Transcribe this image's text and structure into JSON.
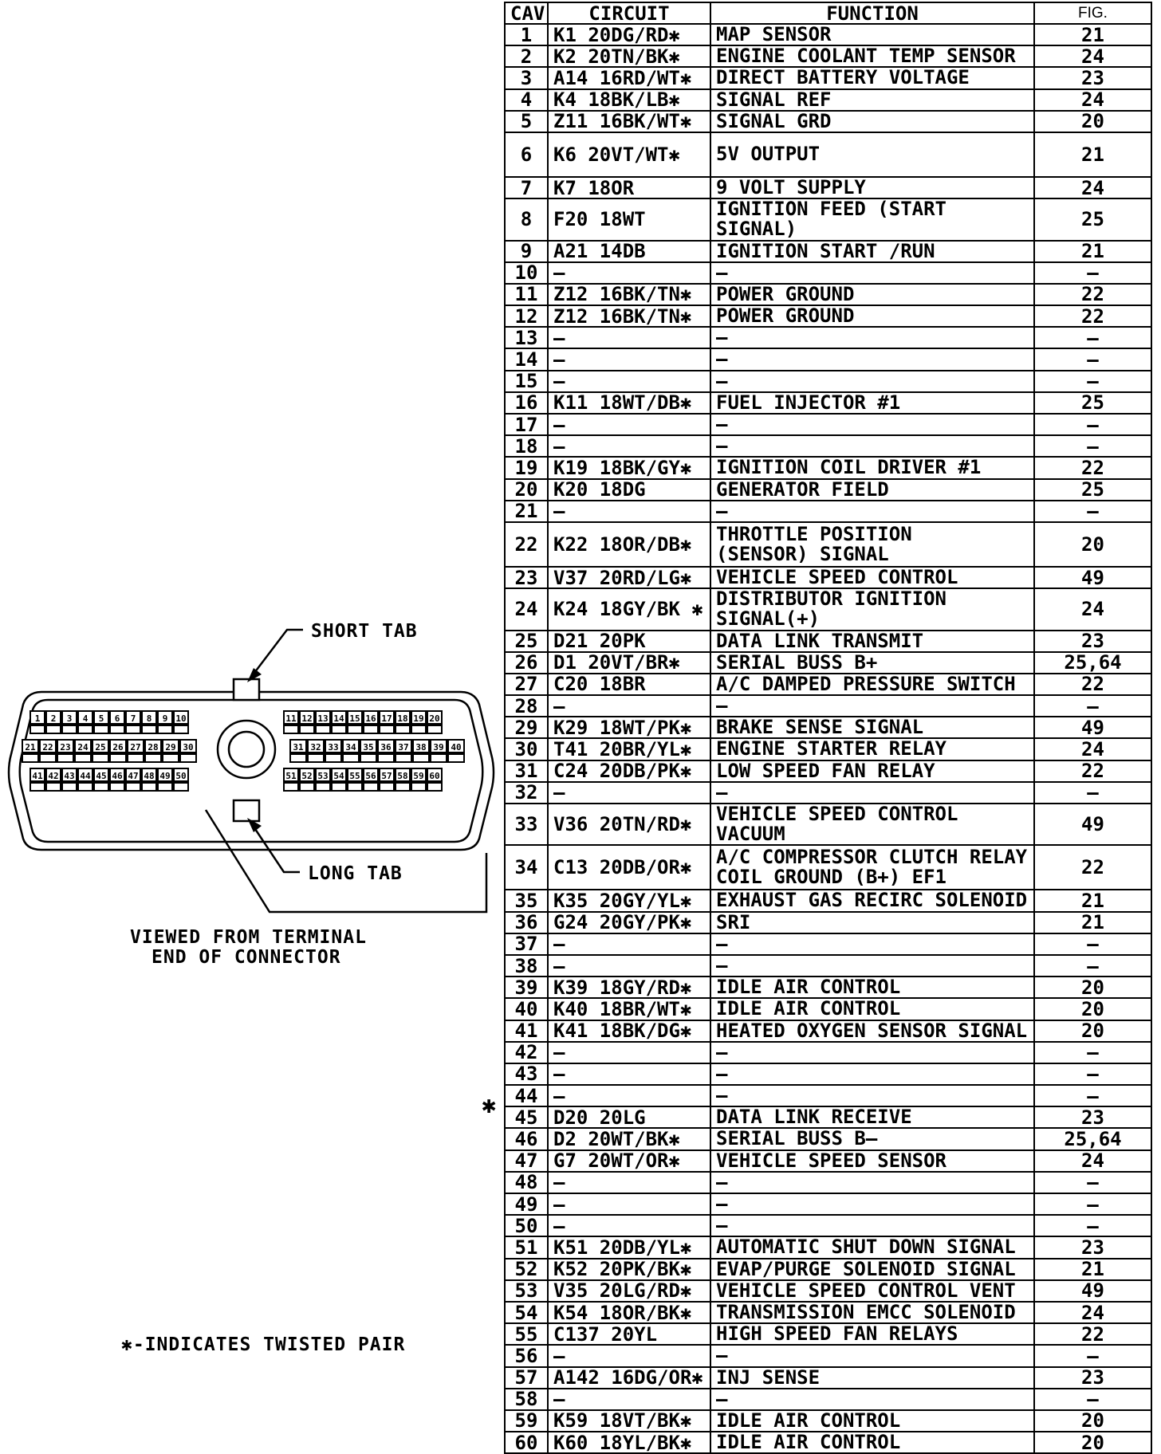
{
  "table": {
    "headers": [
      "CAV",
      "CIRCUIT",
      "FUNCTION",
      "FIG."
    ],
    "rows": [
      {
        "cav": "1",
        "circuit": "K1 20DG/RD✱",
        "function": "MAP SENSOR",
        "fig": "21"
      },
      {
        "cav": "2",
        "circuit": "K2 20TN/BK✱",
        "function": "ENGINE COOLANT TEMP SENSOR",
        "fig": "24"
      },
      {
        "cav": "3",
        "circuit": "A14 16RD/WT✱",
        "function": "DIRECT BATTERY VOLTAGE",
        "fig": "23"
      },
      {
        "cav": "4",
        "circuit": "K4 18BK/LB✱",
        "function": "SIGNAL REF",
        "fig": "24"
      },
      {
        "cav": "5",
        "circuit": "Z11 16BK/WT✱",
        "function": "SIGNAL GRD",
        "fig": "20"
      },
      {
        "cav": "6",
        "circuit": "K6 20VT/WT✱",
        "function": "5V OUTPUT",
        "fig": "21",
        "tall": true
      },
      {
        "cav": "7",
        "circuit": "K7 18OR",
        "function": "9 VOLT SUPPLY",
        "fig": "24"
      },
      {
        "cav": "8",
        "circuit": "F20 18WT",
        "function": "IGNITION FEED (START SIGNAL)",
        "fig": "25"
      },
      {
        "cav": "9",
        "circuit": "A21 14DB",
        "function": "IGNITION START /RUN",
        "fig": "21"
      },
      {
        "cav": "10",
        "circuit": "—",
        "function": "—",
        "fig": "—"
      },
      {
        "cav": "11",
        "circuit": "Z12 16BK/TN✱",
        "function": "POWER GROUND",
        "fig": "22"
      },
      {
        "cav": "12",
        "circuit": "Z12 16BK/TN✱",
        "function": "POWER GROUND",
        "fig": "22"
      },
      {
        "cav": "13",
        "circuit": "—",
        "function": "—",
        "fig": "—"
      },
      {
        "cav": "14",
        "circuit": "—",
        "function": "—",
        "fig": "—"
      },
      {
        "cav": "15",
        "circuit": "—",
        "function": "—",
        "fig": "—"
      },
      {
        "cav": "16",
        "circuit": "K11 18WT/DB✱",
        "function": "FUEL INJECTOR #1",
        "fig": "25"
      },
      {
        "cav": "17",
        "circuit": "—",
        "function": "—",
        "fig": "—"
      },
      {
        "cav": "18",
        "circuit": "—",
        "function": "—",
        "fig": "—"
      },
      {
        "cav": "19",
        "circuit": "K19 18BK/GY✱",
        "function": "IGNITION COIL DRIVER #1",
        "fig": "22"
      },
      {
        "cav": "20",
        "circuit": "K20 18DG",
        "function": "GENERATOR FIELD",
        "fig": "25"
      },
      {
        "cav": "21",
        "circuit": "—",
        "function": "—",
        "fig": "—"
      },
      {
        "cav": "22",
        "circuit": "K22 18OR/DB✱",
        "function": "THROTTLE POSITION\n(SENSOR) SIGNAL",
        "fig": "20",
        "tall": true
      },
      {
        "cav": "23",
        "circuit": "V37 20RD/LG✱",
        "function": "VEHICLE SPEED CONTROL",
        "fig": "49"
      },
      {
        "cav": "24",
        "circuit": "K24 18GY/BK ✱",
        "function": "DISTRIBUTOR IGNITION SIGNAL(+)",
        "fig": "24"
      },
      {
        "cav": "25",
        "circuit": "D21 20PK",
        "function": "DATA LINK TRANSMIT",
        "fig": "23"
      },
      {
        "cav": "26",
        "circuit": "D1 20VT/BR✱",
        "function": "SERIAL BUSS B+",
        "fig": "25,64"
      },
      {
        "cav": "27",
        "circuit": "C20 18BR",
        "function": "A/C DAMPED PRESSURE SWITCH",
        "fig": "22"
      },
      {
        "cav": "28",
        "circuit": "—",
        "function": "—",
        "fig": "—"
      },
      {
        "cav": "29",
        "circuit": "K29 18WT/PK✱",
        "function": "BRAKE SENSE SIGNAL",
        "fig": "49"
      },
      {
        "cav": "30",
        "circuit": "T41 20BR/YL✱",
        "function": "ENGINE STARTER RELAY",
        "fig": "24"
      },
      {
        "cav": "31",
        "circuit": "C24 20DB/PK✱",
        "function": "LOW SPEED FAN RELAY",
        "fig": "22"
      },
      {
        "cav": "32",
        "circuit": "—",
        "function": "—",
        "fig": "—"
      },
      {
        "cav": "33",
        "circuit": "V36 20TN/RD✱",
        "function": "VEHICLE SPEED CONTROL VACUUM",
        "fig": "49"
      },
      {
        "cav": "34",
        "circuit": "C13 20DB/OR✱",
        "function": "A/C COMPRESSOR CLUTCH RELAY\nCOIL GROUND (B+) EF1",
        "fig": "22",
        "tall": true
      },
      {
        "cav": "35",
        "circuit": "K35 20GY/YL✱",
        "function": "EXHAUST GAS RECIRC SOLENOID",
        "fig": "21"
      },
      {
        "cav": "36",
        "circuit": "G24 20GY/PK✱",
        "function": "SRI",
        "fig": "21"
      },
      {
        "cav": "37",
        "circuit": "—",
        "function": "—",
        "fig": "—"
      },
      {
        "cav": "38",
        "circuit": "—",
        "function": "—",
        "fig": "—"
      },
      {
        "cav": "39",
        "circuit": "K39 18GY/RD✱",
        "function": "IDLE AIR CONTROL",
        "fig": "20"
      },
      {
        "cav": "40",
        "circuit": "K40 18BR/WT✱",
        "function": "IDLE AIR CONTROL",
        "fig": "20"
      },
      {
        "cav": "41",
        "circuit": "K41 18BK/DG✱",
        "function": "HEATED OXYGEN SENSOR SIGNAL",
        "fig": "20"
      },
      {
        "cav": "42",
        "circuit": "—",
        "function": "—",
        "fig": "—"
      },
      {
        "cav": "43",
        "circuit": "—",
        "function": "—",
        "fig": "—"
      },
      {
        "cav": "44",
        "circuit": "—",
        "function": "—",
        "fig": "—"
      },
      {
        "cav": "45",
        "circuit": "D20 20LG",
        "function": "DATA LINK RECEIVE",
        "fig": "23"
      },
      {
        "cav": "46",
        "circuit": "D2 20WT/BK✱",
        "function": "SERIAL BUSS B—",
        "fig": "25,64"
      },
      {
        "cav": "47",
        "circuit": "G7 20WT/OR✱",
        "function": "VEHICLE SPEED SENSOR",
        "fig": "24"
      },
      {
        "cav": "48",
        "circuit": "—",
        "function": "—",
        "fig": "—"
      },
      {
        "cav": "49",
        "circuit": "—",
        "function": "—",
        "fig": "—"
      },
      {
        "cav": "50",
        "circuit": "—",
        "function": "—",
        "fig": "—"
      },
      {
        "cav": "51",
        "circuit": "K51 20DB/YL✱",
        "function": "AUTOMATIC SHUT DOWN SIGNAL",
        "fig": "23"
      },
      {
        "cav": "52",
        "circuit": "K52 20PK/BK✱",
        "function": "EVAP/PURGE SOLENOID SIGNAL",
        "fig": "21"
      },
      {
        "cav": "53",
        "circuit": "V35 20LG/RD✱",
        "function": "VEHICLE SPEED CONTROL VENT",
        "fig": "49"
      },
      {
        "cav": "54",
        "circuit": "K54 18OR/BK✱",
        "function": "TRANSMISSION EMCC SOLENOID",
        "fig": "24"
      },
      {
        "cav": "55",
        "circuit": "C137 20YL",
        "function": "HIGH SPEED FAN RELAYS",
        "fig": "22"
      },
      {
        "cav": "56",
        "circuit": "—",
        "function": "—",
        "fig": "—"
      },
      {
        "cav": "57",
        "circuit": "A142 16DG/OR✱",
        "function": "INJ SENSE",
        "fig": "23"
      },
      {
        "cav": "58",
        "circuit": "—",
        "function": "—",
        "fig": "—"
      },
      {
        "cav": "59",
        "circuit": "K59 18VT/BK✱",
        "function": "IDLE AIR CONTROL",
        "fig": "20"
      },
      {
        "cav": "60",
        "circuit": "K60 18YL/BK✱",
        "function": "IDLE AIR CONTROL",
        "fig": "20"
      }
    ]
  },
  "diagram": {
    "short_tab_label": "SHORT TAB",
    "long_tab_label": "LONG TAB",
    "caption_line1": "VIEWED FROM TERMINAL",
    "caption_line2": "END OF CONNECTOR",
    "left_pins_row1": [
      "1",
      "2",
      "3",
      "4",
      "5",
      "6",
      "7",
      "8",
      "9",
      "10"
    ],
    "left_pins_row2": [
      "21",
      "22",
      "23",
      "24",
      "25",
      "26",
      "27",
      "28",
      "29",
      "30"
    ],
    "left_pins_row3": [
      "41",
      "42",
      "43",
      "44",
      "45",
      "46",
      "47",
      "48",
      "49",
      "50"
    ],
    "right_pins_row1": [
      "11",
      "12",
      "13",
      "14",
      "15",
      "16",
      "17",
      "18",
      "19",
      "20"
    ],
    "right_pins_row2": [
      "31",
      "32",
      "33",
      "34",
      "35",
      "36",
      "37",
      "38",
      "39",
      "40"
    ],
    "right_pins_row3": [
      "51",
      "52",
      "53",
      "54",
      "55",
      "56",
      "57",
      "58",
      "59",
      "60"
    ]
  },
  "row_marker": "✱",
  "legend": "✱-INDICATES TWISTED PAIR"
}
